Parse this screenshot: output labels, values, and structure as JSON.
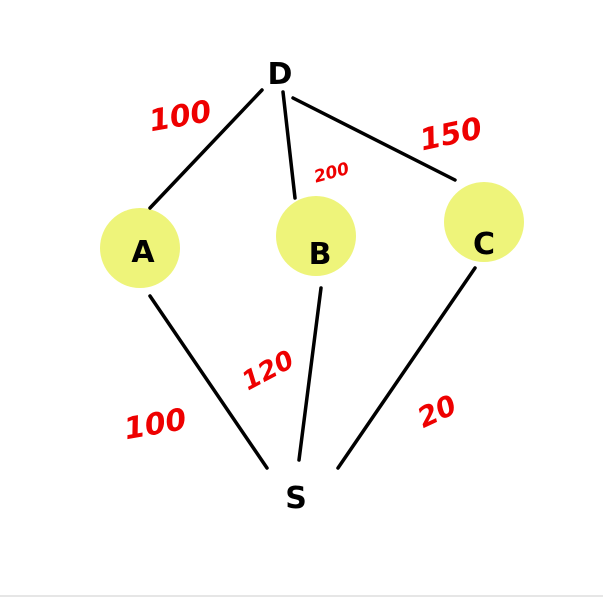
{
  "colors": {
    "background": "#ffffff",
    "edge": "#000000",
    "node_highlight": "#eef47a",
    "weight_text": "#ee0000"
  },
  "nodes": {
    "D": "D",
    "A": "A",
    "B": "B",
    "C": "C",
    "S": "S"
  },
  "weights": {
    "D_A": "100",
    "D_B": "200",
    "D_C": "150",
    "B_S": "120",
    "A_S": "100",
    "C_S": "20"
  }
}
